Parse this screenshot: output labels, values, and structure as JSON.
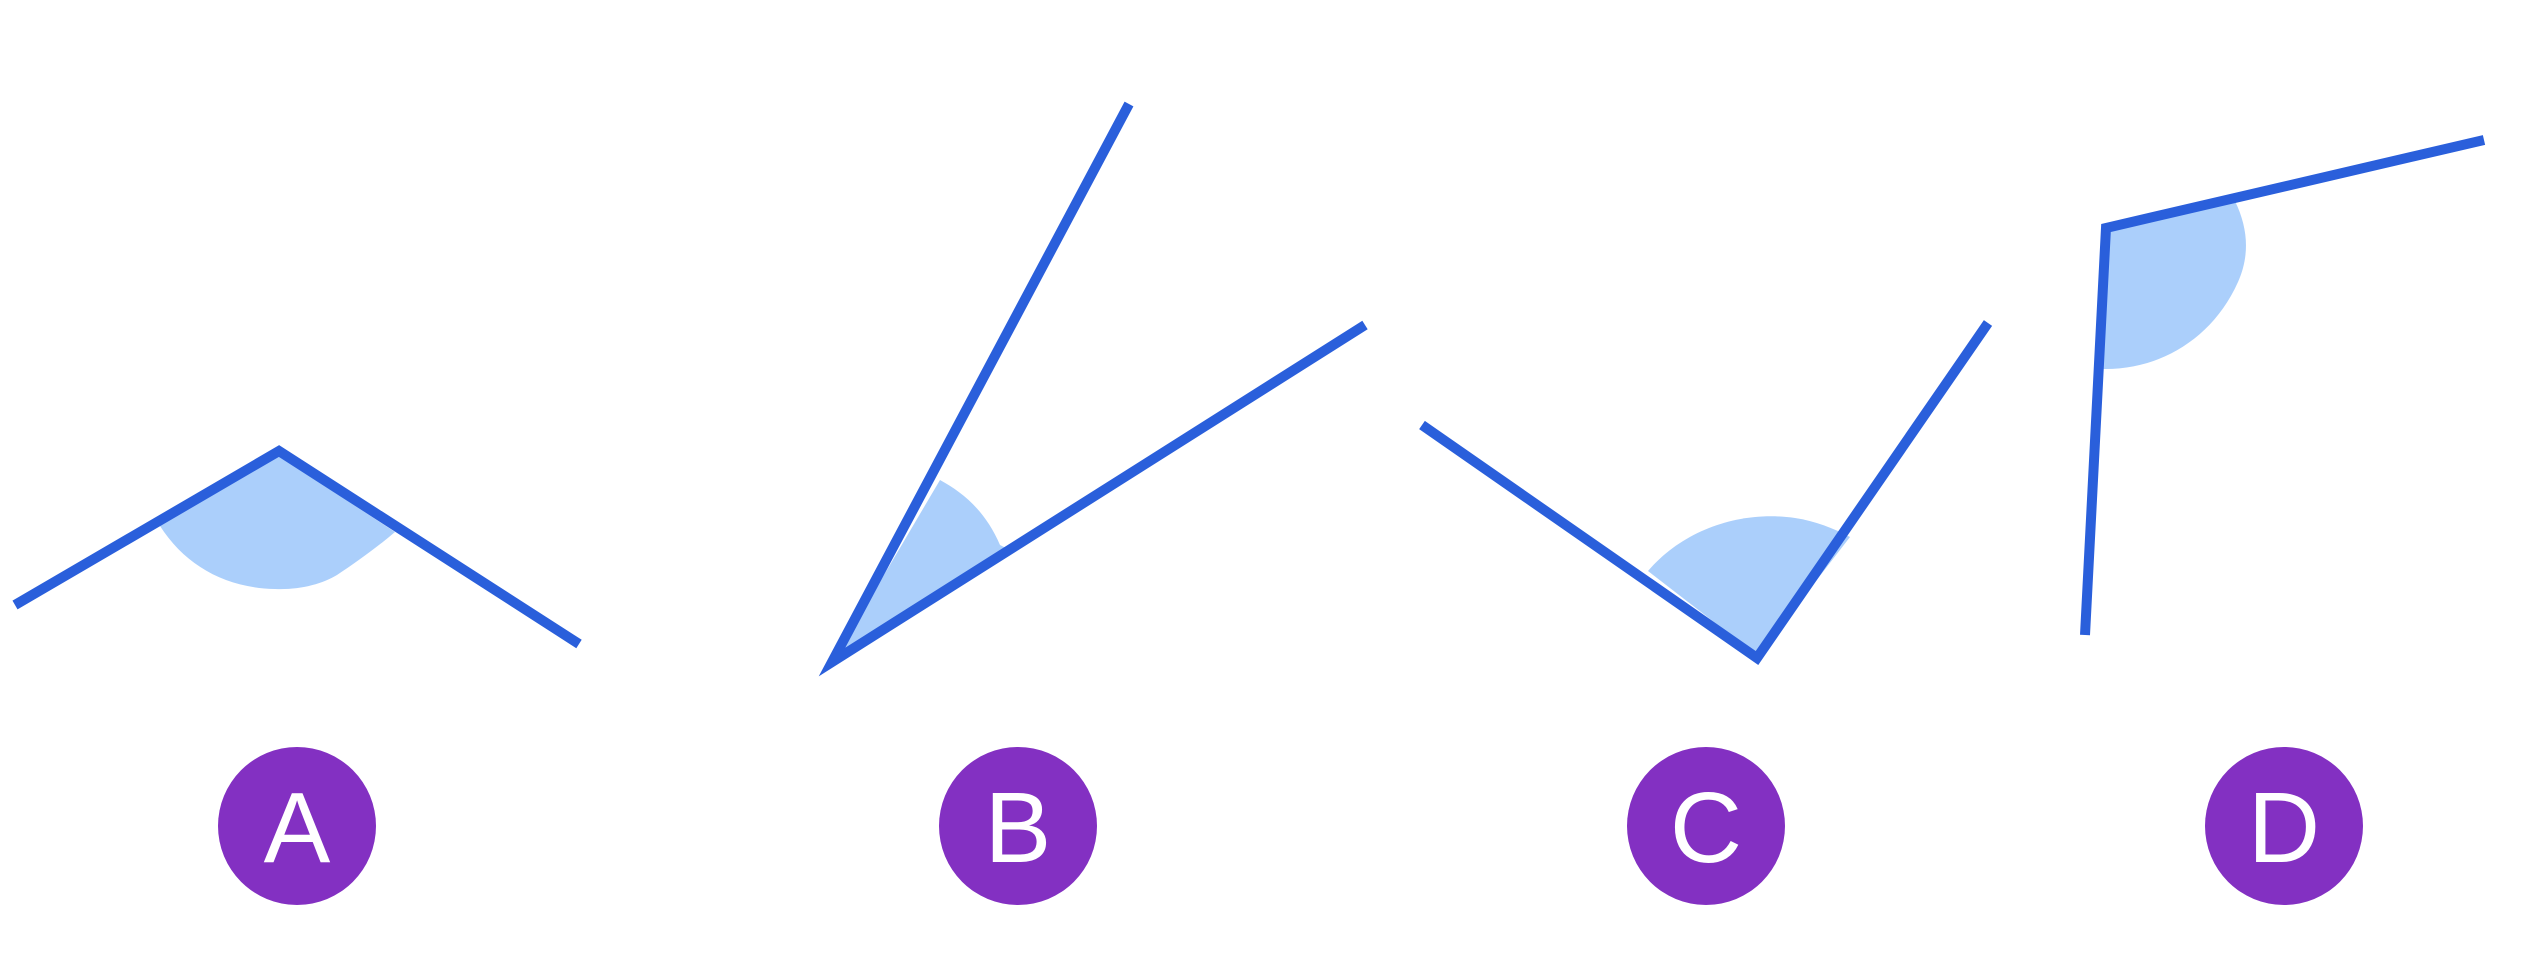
{
  "colors": {
    "line": "#2A5FDB",
    "fill": "#ABCFFB",
    "badge": "#8330C2",
    "badge_text": "#FFFFFF",
    "background": "#FFFFFF"
  },
  "angles": [
    {
      "label": "A"
    },
    {
      "label": "B"
    },
    {
      "label": "C"
    },
    {
      "label": "D"
    }
  ]
}
